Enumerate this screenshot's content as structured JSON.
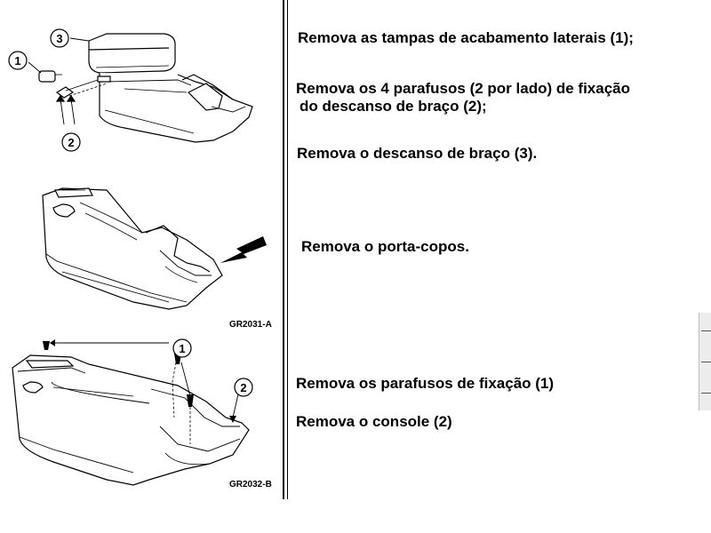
{
  "steps": {
    "step1": "Remova as tampas de acabamento laterais (1);",
    "step2_line1": "Remova os 4 parafusos (2 por lado) de fixação",
    "step2_line2": "do descanso de braço (2);",
    "step3": "Remova o descanso de braço (3).",
    "step4": "Remova o porta-copos.",
    "step5": "Remova os parafusos de fixação (1)",
    "step6": "Remova o console (2)"
  },
  "figures": {
    "fig1": {
      "callouts": [
        "1",
        "2",
        "3"
      ]
    },
    "fig2": {
      "code": "GR2031-A"
    },
    "fig3": {
      "code": "GR2032-B",
      "callouts": [
        "1",
        "2"
      ]
    }
  }
}
